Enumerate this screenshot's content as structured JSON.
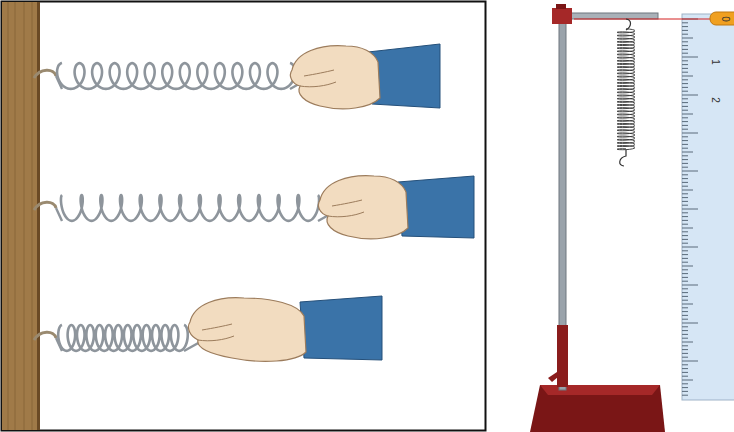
{
  "diagram": {
    "labels": [
      "0",
      "1",
      "2"
    ]
  }
}
